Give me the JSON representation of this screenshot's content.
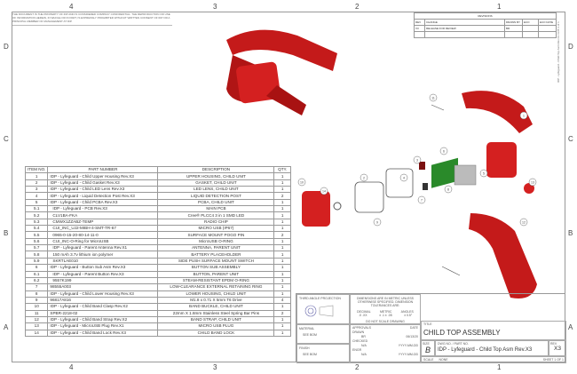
{
  "zones": {
    "top": [
      "4",
      "3",
      "2",
      "1"
    ],
    "bottom": [
      "4",
      "3",
      "2",
      "1"
    ],
    "rows": [
      "D",
      "C",
      "B",
      "A"
    ]
  },
  "notice": "THE DOCUMENT IS THE PROPERTY OF IDP AND IS CONSIDERED COMPANY CONFIDENTIAL. THE REPRODUCTION OR USE OF INFORMATION HEREIN, IN WHOLE OR IN PART, IS EXPRESSLY PROHIBITED WITHOUT WRITTEN CONSENT OF IDP OR A PRINCIPAL MEMBER OF MANAGEMENT AT IDP.",
  "revisions": {
    "title": "REVISIONS",
    "headers": [
      "REV",
      "CHANGE",
      "DRAWN BY",
      "ECO",
      "ECO DATE"
    ],
    "rows": [
      [
        "X3",
        "RELEASE FOR REVIEW",
        "BR",
        "",
        ""
      ]
    ]
  },
  "side_strip": "IDP - Lyfeguard - Child Top Asm Rev.X3   X3   B   1 of 1",
  "bom": {
    "headers": [
      "ITEM NO.",
      "PART NUMBER",
      "DESCRIPTION",
      "QTY."
    ],
    "rows": [
      [
        "1",
        "IDP - Lyfeguard - Child Upper Housing Rev.X3",
        "UPPER HOUSING, CHILD UNIT",
        "1"
      ],
      [
        "2",
        "IDP - Lyfeguard - Child Gasket Rev.X3",
        "GASKET, CHILD UNIT",
        "1"
      ],
      [
        "3",
        "IDP - Lyfeguard - Child LED Lens Rev.X3",
        "LED LENS, CHILD UNIT",
        "1"
      ],
      [
        "4",
        "IDP - Lyfeguard - Liquid Detection Post Rev.X3",
        "LIQUID DETECTION POST",
        "2"
      ],
      [
        "5",
        "IDP - Lyfeguard - Child PCBA Rev.X3",
        "PCBA, CHILD UNIT",
        "1"
      ],
      [
        "5.1",
        "IDP - Lyfeguard - PCB Rev.X3",
        "MAIN PCB",
        "1"
      ],
      [
        "5.2",
        "CLV1BA-FKA",
        "Cree® PLCC4 3 in 1 SMD LED",
        "1"
      ],
      [
        "5.3",
        "CMWX1ZZABZ-TEMP",
        "RADIO CHIP",
        "1"
      ],
      [
        "5.4",
        "CUI_INC_UJ2-MIBH-4-SMT-TR-67",
        "MICRO USB (IP67)",
        "1"
      ],
      [
        "5.5",
        "0965-0-15-20-80-14-11-0",
        "SURFACE MOUNT POGO PIN",
        "2"
      ],
      [
        "5.6",
        "CUI_INC-O-Ring for MicroUSB",
        "MicroUSB O-RING",
        "1"
      ],
      [
        "5.7",
        "IDP - Lyfeguard - Parent Antenna Rev.X1",
        "ANTENNA, PARENT UNIT",
        "1"
      ],
      [
        "5.8",
        "150 mAh 3.7v lithium ion polymer",
        "BATTERY PLACEHOLDER",
        "1"
      ],
      [
        "5.9",
        "SKRTLAE010",
        "SIDE PUSH SURFACE MOUNT SWITCH",
        "1"
      ],
      [
        "6",
        "IDP - Lyfeguard - Button Sub Asm Rev.X3",
        "BUTTON SUB ASSEMBLY",
        "1"
      ],
      [
        "6.1",
        "IDP - Lyfeguard - Parent Button Rev.X3",
        "BUTTON, PARENT UNIT",
        "1"
      ],
      [
        "6.2",
        "9557K199",
        "STEAM-RESISTANT EPDM O-RING",
        "1"
      ],
      [
        "7",
        "98555A003",
        "LOW-CLEARANCE EXTERNAL RETAINING RING",
        "1"
      ],
      [
        "8",
        "IDP - Lyfeguard - Child Lower Housing Rev.X3",
        "LOWER HOUSING, CHILD UNIT",
        "1"
      ],
      [
        "9",
        "96817A816",
        "M1.8 x 0.71 X 5mm T6 Drive",
        "4"
      ],
      [
        "10",
        "IDP - Lyfeguard - Child Band Clasp Rev.X2",
        "BAND BUCKLE, CHILD UNIT",
        "1"
      ],
      [
        "11",
        "SPBR-2218-02",
        "22mm X 1.8mm Stainless Steel Spring Bar Pins",
        "2"
      ],
      [
        "12",
        "IDP - Lyfeguard - Child Band Strap Rev.X2",
        "BAND STRAP, CHILD UNIT",
        "1"
      ],
      [
        "13",
        "IDP - Lyfeguard - MicroUSB Plug Rev.X1",
        "MICRO USB PLUG",
        "1"
      ],
      [
        "14",
        "IDP - Lyfeguard - Child Band Lock Rev.X3",
        "CHILD BAND LOCK",
        "1"
      ]
    ]
  },
  "title_block": {
    "projection": "THIRD ANGLE PROJECTION",
    "tolerance_note": "DIMENSIONS ARE IN METRIC UNLESS OTHERWISE SPECIFIED. DIMENSION TOLERANCES ARE:",
    "tol_headers": [
      "DECIMAL",
      "METRIC",
      "ANGLES"
    ],
    "tol_values": [
      ".X  .XX",
      "± .1  ± .05",
      "± 0.5°"
    ],
    "do_not_scale": "DO NOT SCALE DRAWING",
    "material_label": "MATERIAL",
    "material": "SEE BOM",
    "finish_label": "FINISH",
    "finish": "SEE BOM",
    "approvals": "APPROVALS",
    "date": "DATE",
    "drawn": "DRAWN",
    "drawn_by": "BR",
    "drawn_date": "06/13/20",
    "checked": "CHECKED",
    "checked_by": "N/A",
    "checked_date": "YYYY-MM-DD",
    "engr": "ENGR",
    "engr_by": "N/A",
    "engr_date": "YYYY-MM-DD",
    "title_label": "TITLE",
    "title": "CHILD TOP ASSEMBLY",
    "size_label": "SIZE",
    "size": "B",
    "dwg_label": "DWG NO. / PART NO.",
    "dwg_no": "IDP - Lyfeguard - Child Top Asm Rev.X3",
    "rev_label": "REV",
    "rev": "X3",
    "scale_label": "SCALE",
    "scale": "NONE",
    "sheet": "SHEET 1 OF 1"
  },
  "balloons": [
    "1",
    "2",
    "3",
    "4",
    "5",
    "6",
    "7",
    "8",
    "9",
    "10",
    "11",
    "12",
    "13",
    "14"
  ],
  "colors": {
    "part_red": "#d42020",
    "pcb_green": "#2a8a2a",
    "line": "#999999"
  }
}
